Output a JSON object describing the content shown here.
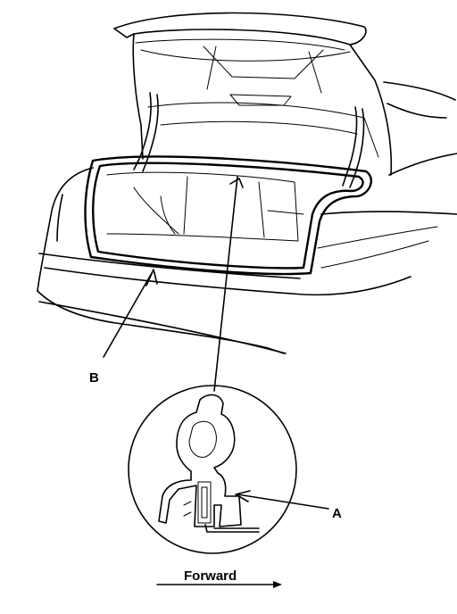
{
  "labels": {
    "a": "A",
    "b": "B",
    "forward": "Forward"
  },
  "colors": {
    "line": "#000000",
    "background": "#ffffff"
  }
}
